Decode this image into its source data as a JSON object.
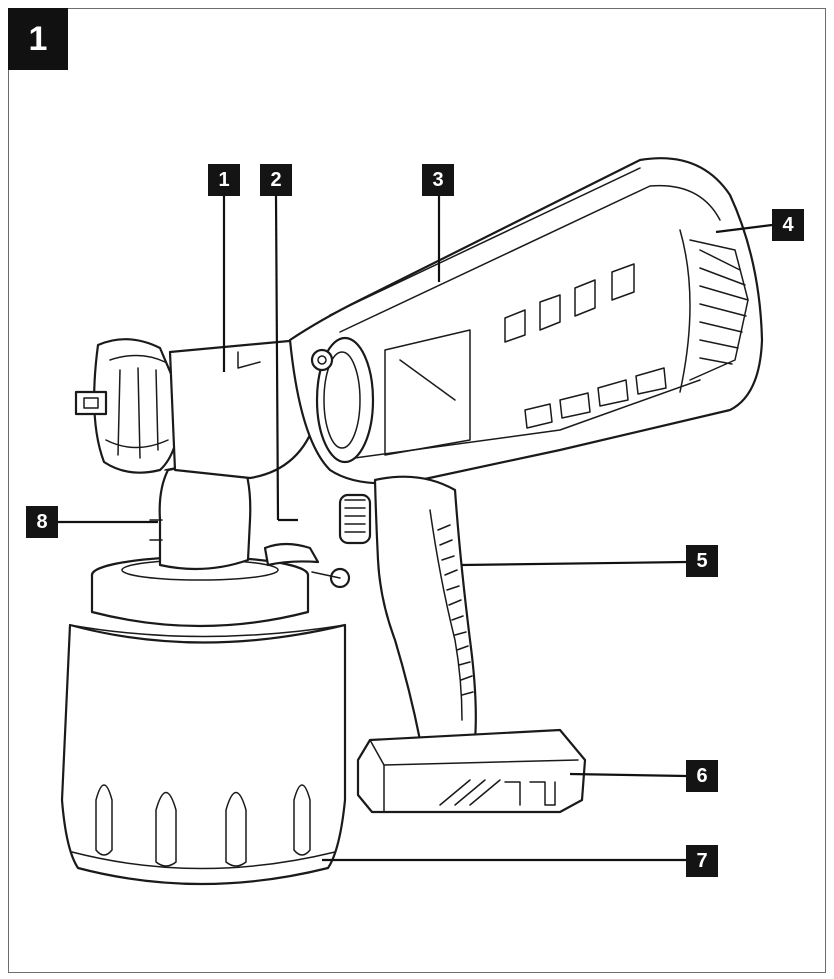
{
  "figure": {
    "number": "1"
  },
  "callouts": [
    {
      "id": "1",
      "label": "1"
    },
    {
      "id": "2",
      "label": "2"
    },
    {
      "id": "3",
      "label": "3"
    },
    {
      "id": "4",
      "label": "4"
    },
    {
      "id": "5",
      "label": "5"
    },
    {
      "id": "6",
      "label": "6"
    },
    {
      "id": "7",
      "label": "7"
    },
    {
      "id": "8",
      "label": "8"
    }
  ]
}
